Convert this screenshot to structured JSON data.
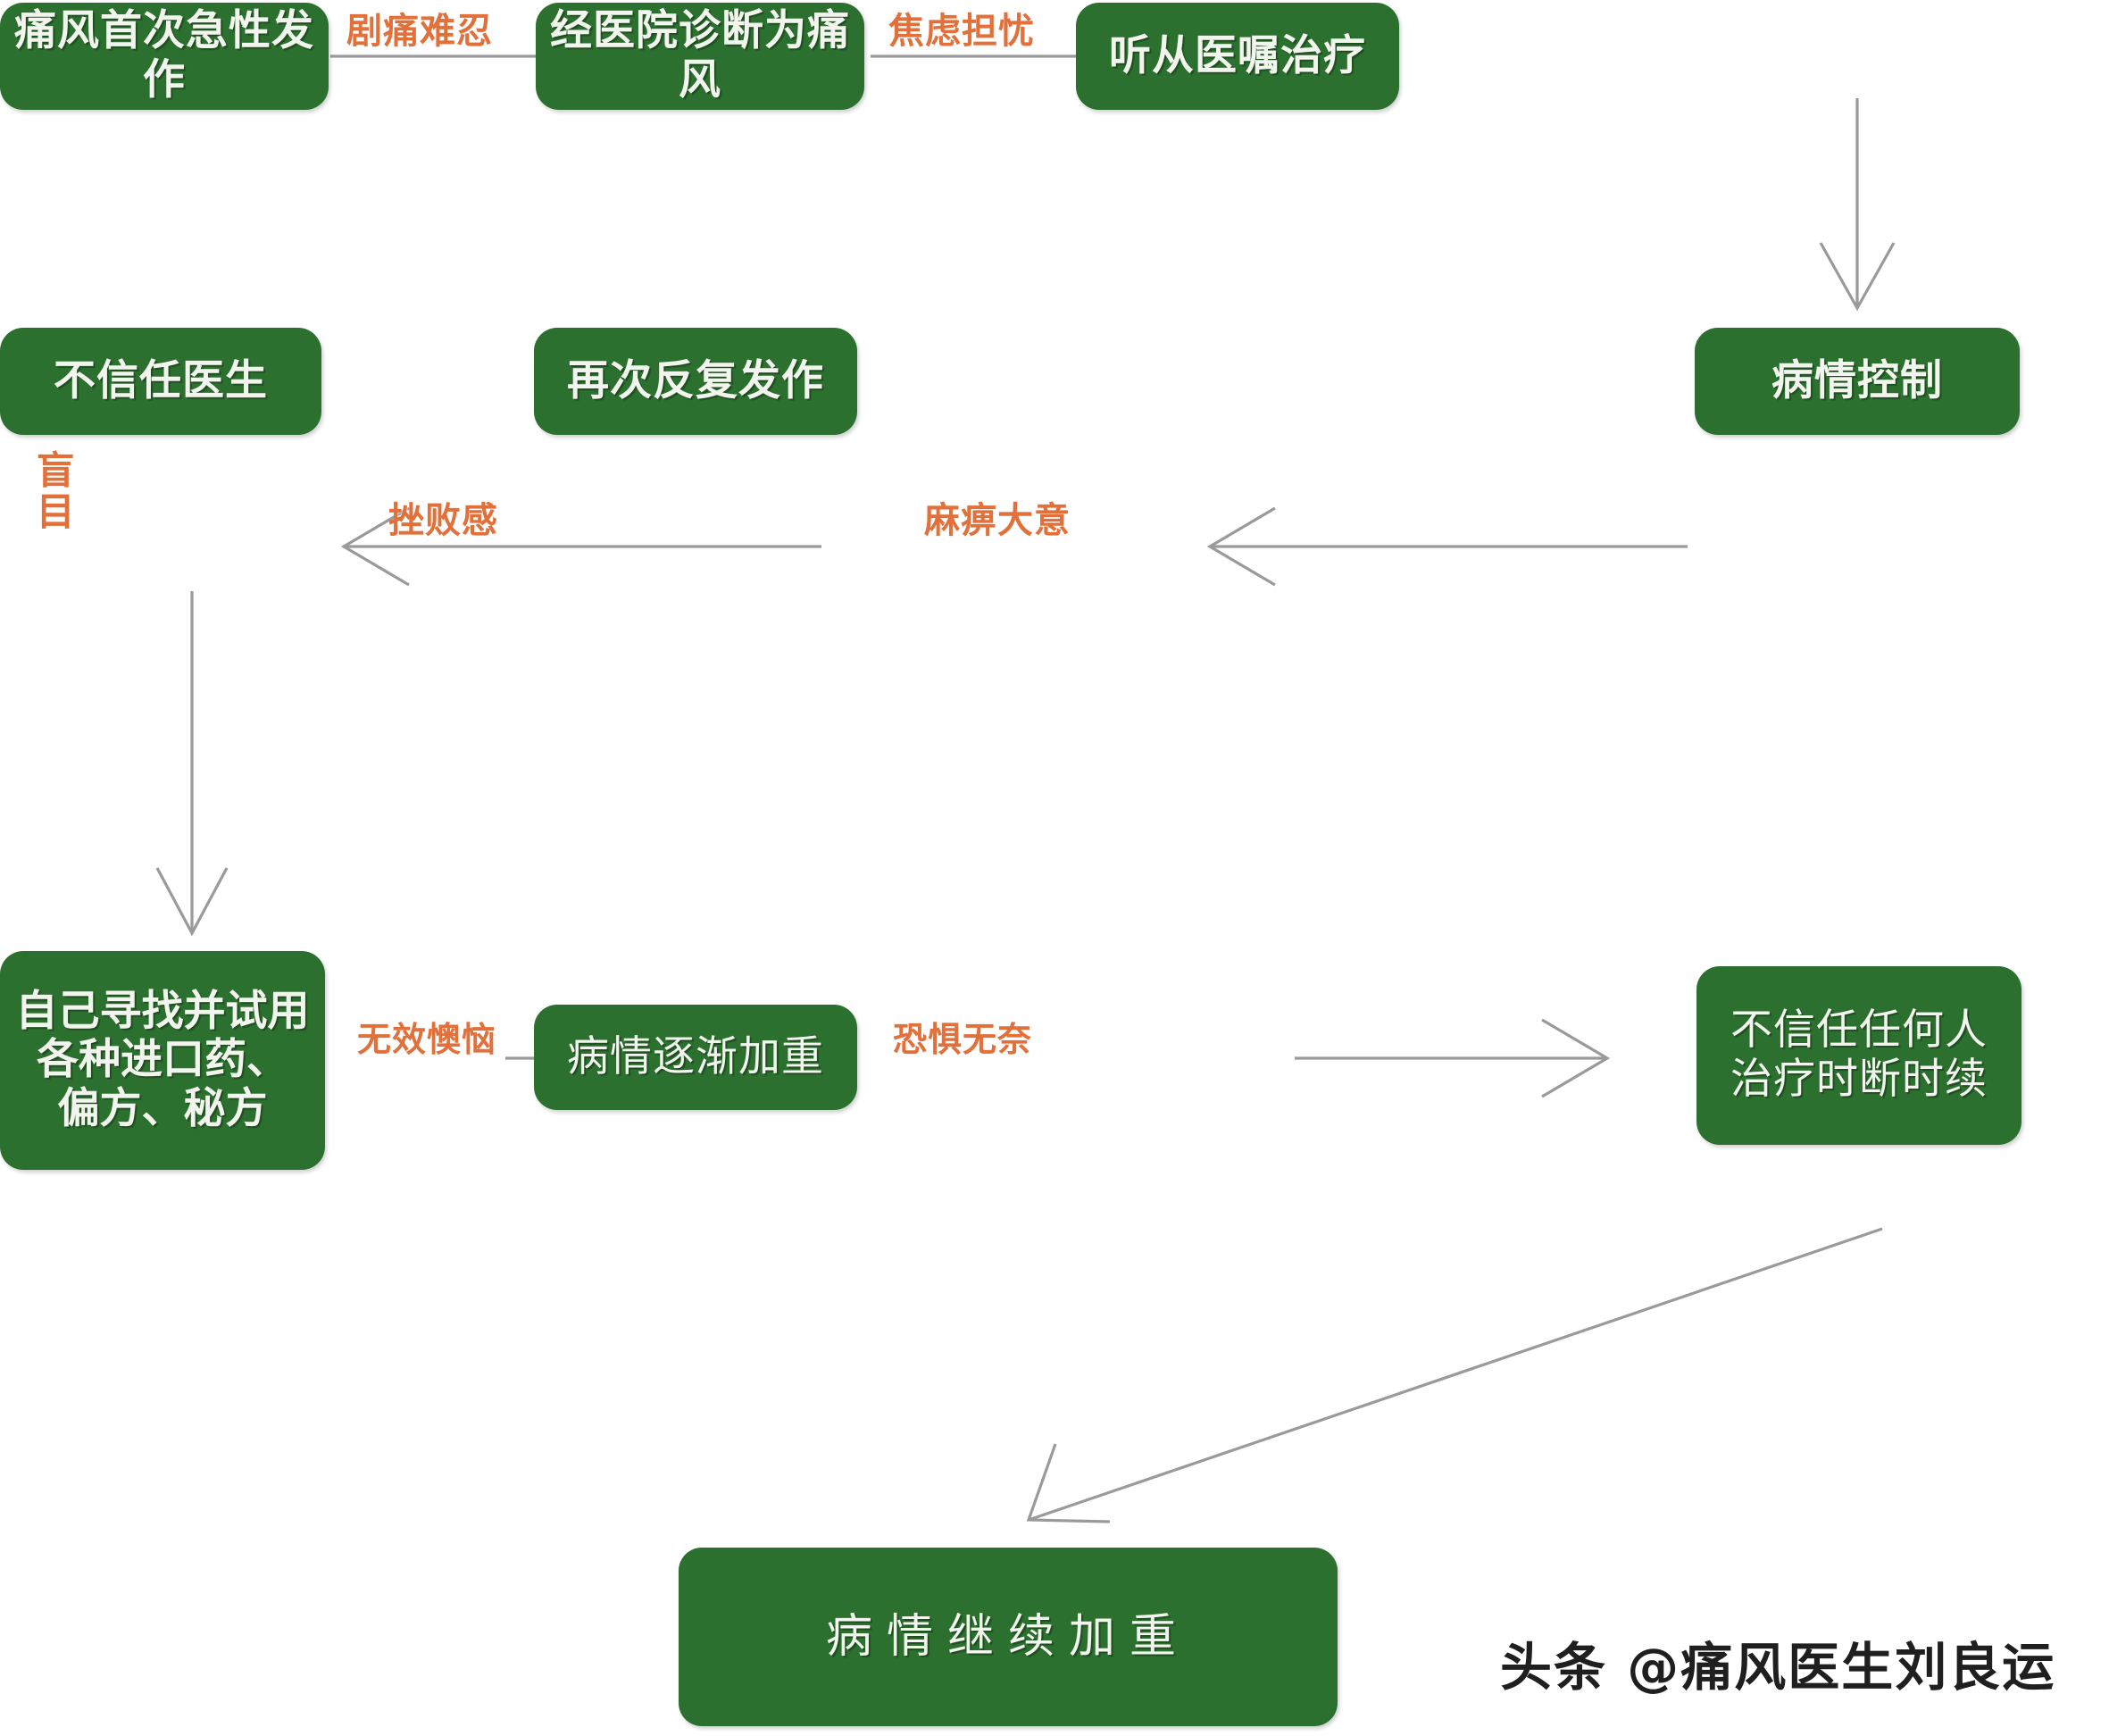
{
  "meta": {
    "title": "痛风患者常见就医心路历程流程图",
    "colors": {
      "node_green": "#2C702F",
      "node_text": "#F2F5EE",
      "edge_label_orange": "#E2703A",
      "arrow_gray": "#9A9A9A",
      "background": "#FFFFFF"
    }
  },
  "nodes": [
    {
      "id": "n1",
      "label": "痛风首次急性发作"
    },
    {
      "id": "n2",
      "label": "经医院诊断为痛风"
    },
    {
      "id": "n3",
      "label": "听从医嘱治疗"
    },
    {
      "id": "n4",
      "label": "病情控制"
    },
    {
      "id": "n5",
      "label": "再次反复发作"
    },
    {
      "id": "n6",
      "label": "不信任医生"
    },
    {
      "id": "n7",
      "label": "自己寻找并试用\n各种进口药、\n偏方、秘方"
    },
    {
      "id": "n8",
      "label": "病情逐渐加重"
    },
    {
      "id": "n9",
      "label": "不信任任何人\n治疗时断时续"
    },
    {
      "id": "n10",
      "label": "病情继续加重"
    }
  ],
  "edge_labels": [
    {
      "id": "e1",
      "text": "剧痛难忍",
      "from": "n1",
      "to": "n2"
    },
    {
      "id": "e2",
      "text": "焦虑担忧",
      "from": "n2",
      "to": "n3"
    },
    {
      "id": "e3",
      "text": "麻痹大意",
      "from": "n4",
      "to": "n5"
    },
    {
      "id": "e4",
      "text": "挫败感",
      "from": "n5",
      "to": "n6"
    },
    {
      "id": "e5",
      "text": "盲目",
      "from": "n6",
      "to": "n7"
    },
    {
      "id": "e6",
      "text": "无效懊恼",
      "from": "n7",
      "to": "n8"
    },
    {
      "id": "e7",
      "text": "恐惧无奈",
      "from": "n8",
      "to": "n9"
    }
  ],
  "watermark": {
    "text": "头条 @痛风医生刘良运"
  }
}
